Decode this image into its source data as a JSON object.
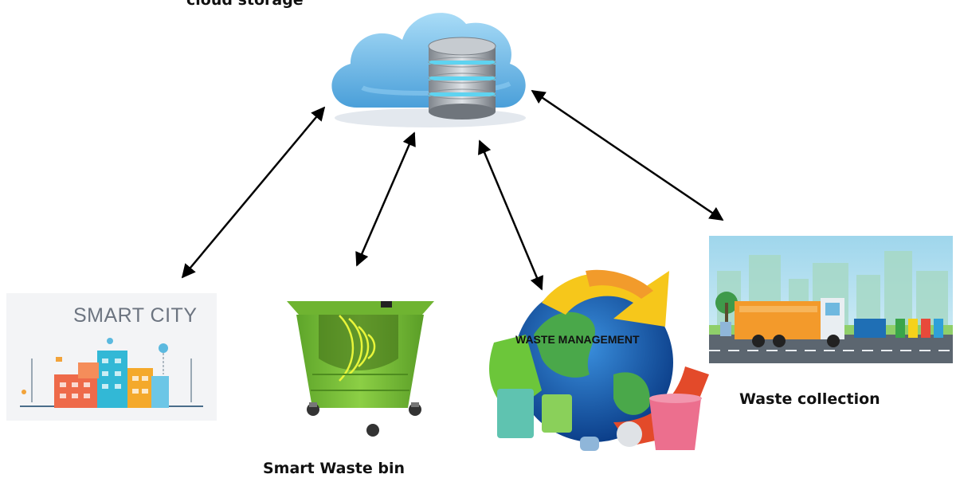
{
  "nodes": {
    "cloud": {
      "label": "cloud storage"
    },
    "smart_city": {
      "label": "SMART CITY"
    },
    "smart_bin": {
      "label": "Smart Waste bin"
    },
    "waste_management": {
      "label": "WASTE MANAGEMENT"
    },
    "waste_collection": {
      "label": "Waste collection"
    }
  },
  "colors": {
    "cloud_blue": "#6cb8ea",
    "bin_green": "#7cc23a",
    "truck_orange": "#f39a2b",
    "arrow": "#000000"
  }
}
